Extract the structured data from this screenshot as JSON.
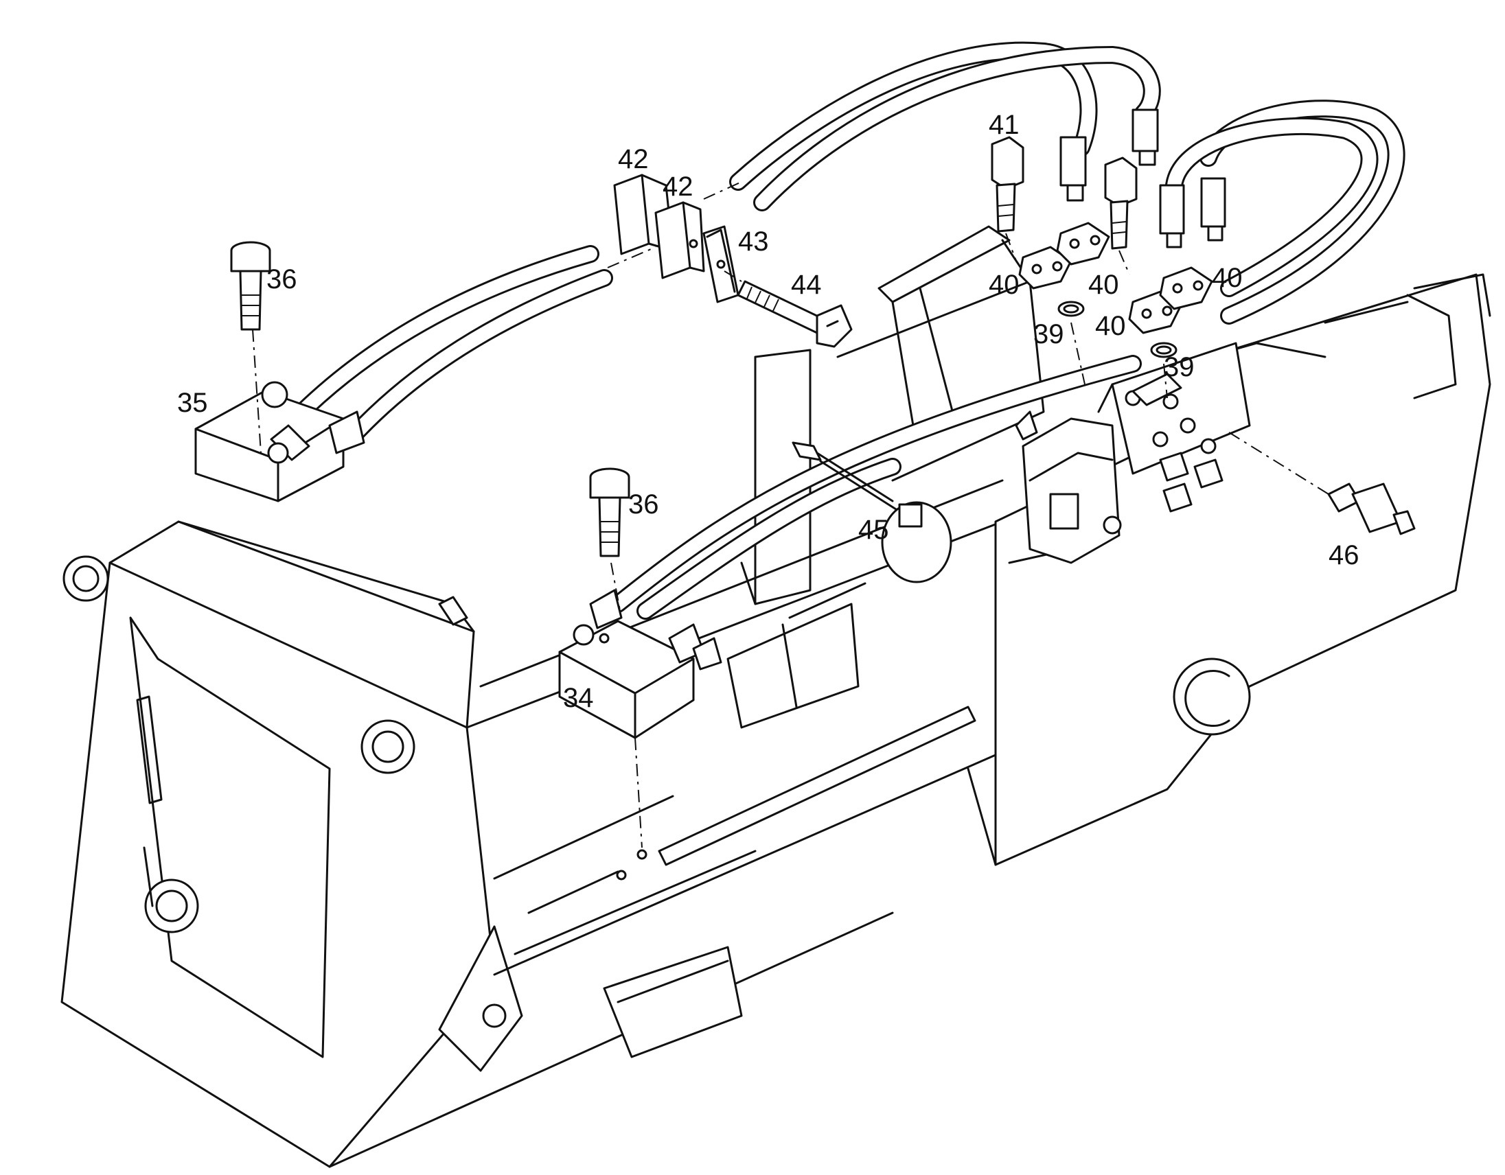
{
  "callouts": [
    {
      "id": "c34",
      "label": "34"
    },
    {
      "id": "c35",
      "label": "35"
    },
    {
      "id": "c36a",
      "label": "36"
    },
    {
      "id": "c36b",
      "label": "36"
    },
    {
      "id": "c39a",
      "label": "39"
    },
    {
      "id": "c39b",
      "label": "39"
    },
    {
      "id": "c40a",
      "label": "40"
    },
    {
      "id": "c40b",
      "label": "40"
    },
    {
      "id": "c40c",
      "label": "40"
    },
    {
      "id": "c40d",
      "label": "40"
    },
    {
      "id": "c41",
      "label": "41"
    },
    {
      "id": "c42a",
      "label": "42"
    },
    {
      "id": "c42b",
      "label": "42"
    },
    {
      "id": "c43",
      "label": "43"
    },
    {
      "id": "c44",
      "label": "44"
    },
    {
      "id": "c45",
      "label": "45"
    },
    {
      "id": "c46",
      "label": "46"
    }
  ]
}
